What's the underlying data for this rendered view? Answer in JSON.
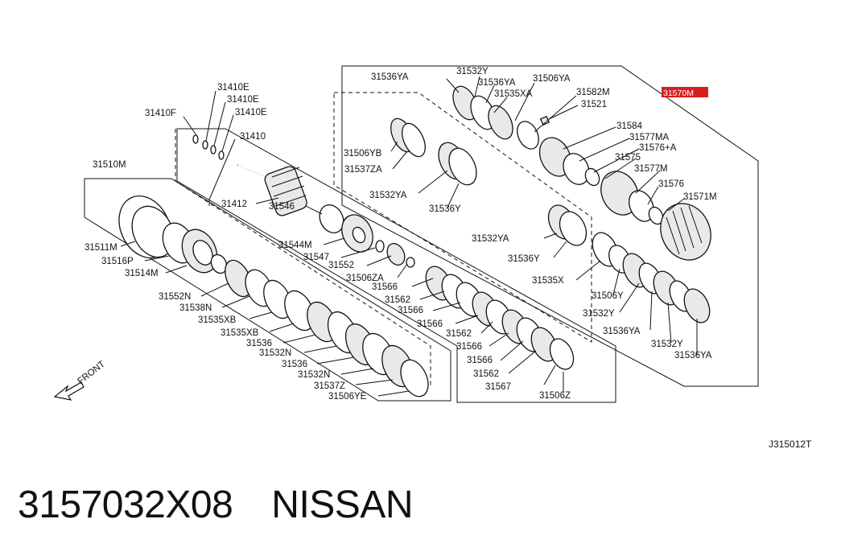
{
  "diagram": {
    "labels": {
      "p31410F": "31410F",
      "p31410E_1": "31410E",
      "p31410E_2": "31410E",
      "p31410E_3": "31410E",
      "p31410": "31410",
      "p31412": "31412",
      "p31510M": "31510M",
      "p31511M": "31511M",
      "p31516P": "31516P",
      "p31514M": "31514M",
      "p31552N": "31552N",
      "p31538N": "31538N",
      "p31535XB_1": "31535XB",
      "p31535XB_2": "31535XB",
      "p31536_1": "31536",
      "p31532N_1": "31532N",
      "p31536_2": "31536",
      "p31532N_2": "31532N",
      "p31537Z": "31537Z",
      "p31506YE": "31506YE",
      "p31546": "31546",
      "p31544M": "31544M",
      "p31547": "31547",
      "p31552": "31552",
      "p31506ZA": "31506ZA",
      "p31566_1": "31566",
      "p31562_1": "31562",
      "p31566_2": "31566",
      "p31566_3": "31566",
      "p31562_2": "31562",
      "p31566_4": "31566",
      "p31566_5": "31566",
      "p31562_3": "31562",
      "p31567": "31567",
      "p31506Z": "31506Z",
      "p31536YA_top": "31536YA",
      "p31532Y_top": "31532Y",
      "p31536YA_2": "31536YA",
      "p31506YA": "31506YA",
      "p31535XA": "31535XA",
      "p31582M": "31582M",
      "p31521": "31521",
      "p31570M": "31570M",
      "p31584": "31584",
      "p31577MA": "31577MA",
      "p31576A": "31576+A",
      "p31575": "31575",
      "p31577M": "31577M",
      "p31576": "31576",
      "p31571M": "31571M",
      "p31506YB": "31506YB",
      "p31537ZA": "31537ZA",
      "p31532YA_1": "31532YA",
      "p31536Y_1": "31536Y",
      "p31532YA_2": "31532YA",
      "p31536Y_2": "31536Y",
      "p31535X": "31535X",
      "p31506Y": "31506Y",
      "p31532Y_1": "31532Y",
      "p31536YA_3": "31536YA",
      "p31532Y_2": "31532Y",
      "p31536YA_4": "31536YA",
      "front": "FRONT",
      "code": "J315012T"
    }
  },
  "caption": {
    "part_number": "3157032X08",
    "brand": "NISSAN"
  },
  "colors": {
    "highlight": "#d81e1e",
    "line": "#111111"
  }
}
